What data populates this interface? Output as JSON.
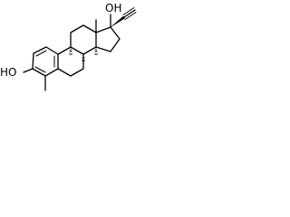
{
  "molecule": {
    "labels": {
      "hydroxyl_left": "HO",
      "hydroxyl_top": "OH"
    },
    "stereo_marks": {
      "hydrogen_1": "H",
      "hydrogen_2": "H",
      "hydrogen_3": "H"
    }
  },
  "colors": {
    "ink": "#000000",
    "background": "#ffffff"
  }
}
